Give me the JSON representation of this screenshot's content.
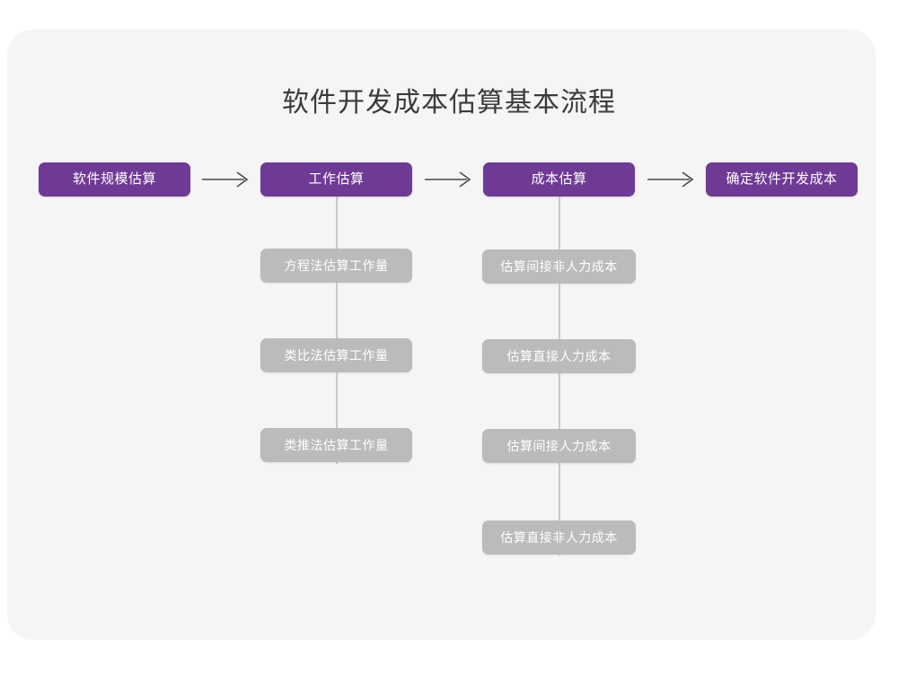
{
  "page": {
    "background_color": "#ffffff",
    "card_background_color": "#f5f5f5"
  },
  "title": "软件开发成本估算基本流程",
  "colors": {
    "primary_node": "#6f3a96",
    "sub_node": "#bbbbbb",
    "connector": "#c9c9c9",
    "title_text": "#3b3b3b",
    "node_text": "#ffffff"
  },
  "flow": {
    "arrow_glyph": "⟶",
    "nodes": [
      {
        "label": "软件规模估算",
        "children": []
      },
      {
        "label": "工作估算",
        "children": [
          {
            "label": "方程法估算工作量"
          },
          {
            "label": "类比法估算工作量"
          },
          {
            "label": "类推法估算工作量"
          }
        ]
      },
      {
        "label": "成本估算",
        "children": [
          {
            "label": "估算间接非人力成本"
          },
          {
            "label": "估算直接人力成本"
          },
          {
            "label": "估算间接人力成本"
          },
          {
            "label": "估算直接非人力成本"
          }
        ]
      },
      {
        "label": "确定软件开发成本",
        "children": []
      }
    ]
  }
}
